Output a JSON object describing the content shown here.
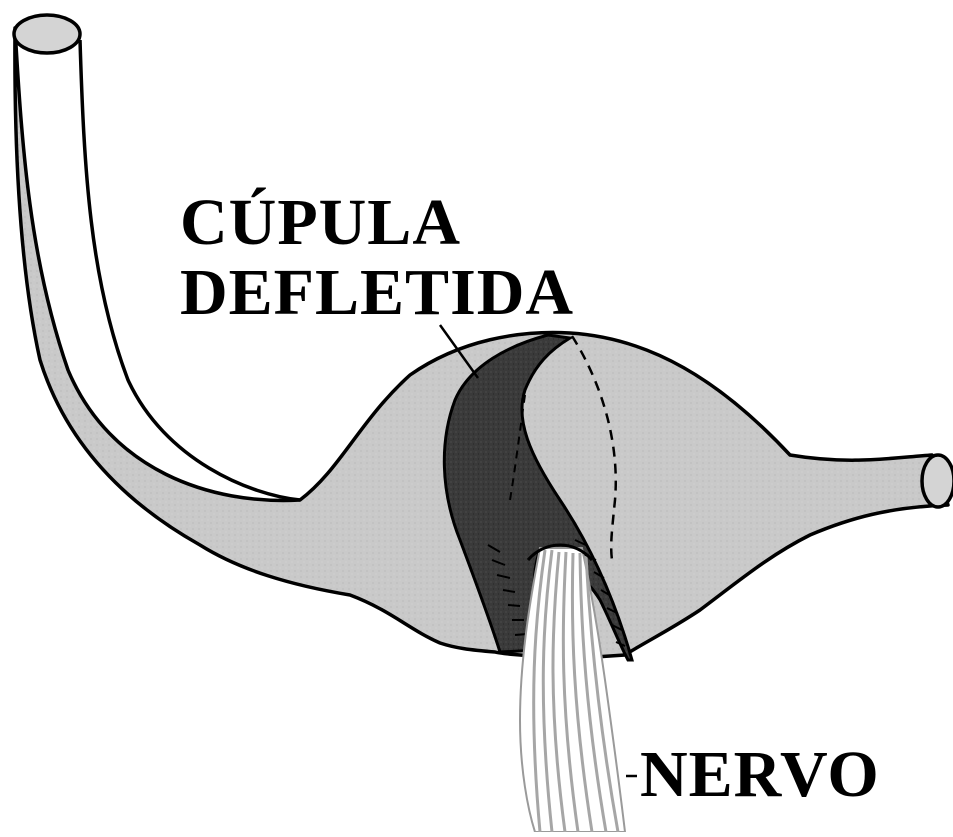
{
  "labels": {
    "cupula_line1": "CÚPULA",
    "cupula_line2": "DEFLETIDA",
    "nerve": "NERVO"
  },
  "colors": {
    "tissue_fill": "#c9c9c9",
    "cupula_fill": "#3a3a3a",
    "outline": "#000000",
    "nerve_fibers": "#a6a6a6",
    "background": "#ffffff"
  },
  "icons": {
    "canal": "semicircular-canal-drawing",
    "cupula": "deflected-cupula-drawing",
    "nerve": "nerve-fiber-bundle-drawing"
  }
}
